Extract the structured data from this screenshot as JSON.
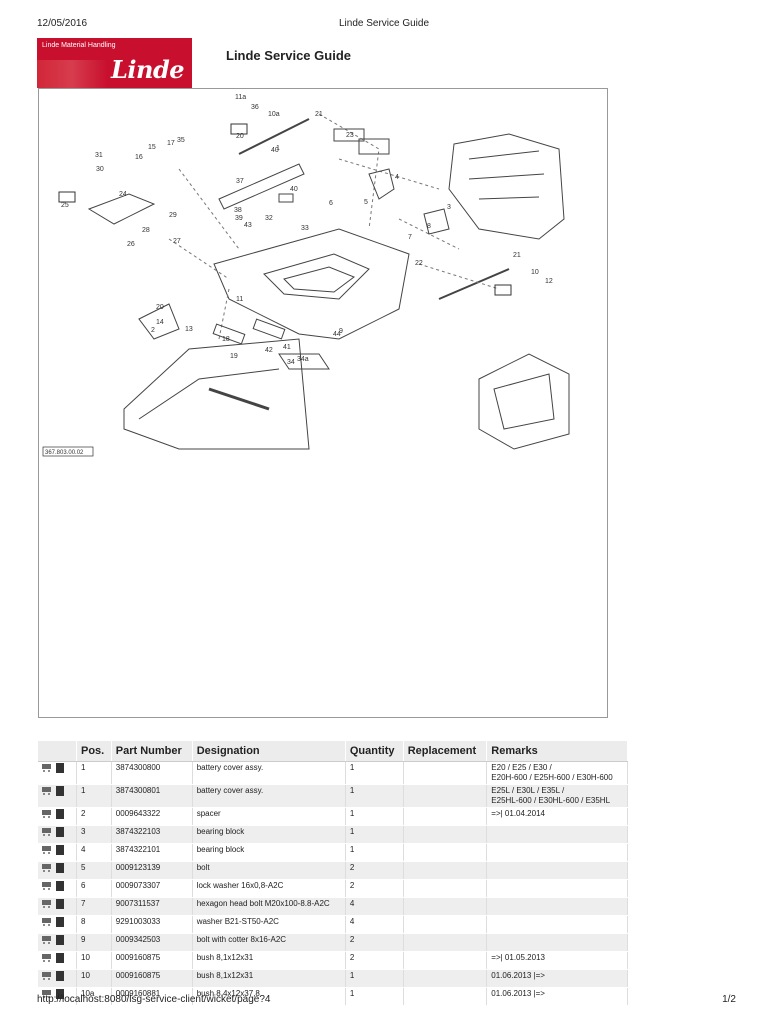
{
  "header": {
    "date": "12/05/2016",
    "title": "Linde Service Guide"
  },
  "logo": {
    "tagline": "Linde Material Handling",
    "wordmark": "Linde",
    "brand_color": "#c8102e"
  },
  "app_title": "Linde Service Guide",
  "diagram": {
    "reference_code": "367.803.00.02",
    "callouts": [
      "11a",
      "36",
      "10a",
      "21",
      "20",
      "16",
      "15",
      "17",
      "35",
      "31",
      "30",
      "23",
      "24",
      "37",
      "40",
      "4",
      "5",
      "6",
      "25",
      "28",
      "29",
      "26",
      "27",
      "38",
      "39",
      "32",
      "43",
      "33",
      "3",
      "8",
      "7",
      "22",
      "21",
      "10",
      "12",
      "11",
      "20",
      "14",
      "2",
      "13",
      "18",
      "19",
      "41",
      "42",
      "34",
      "34a",
      "44",
      "40",
      "9",
      "1",
      "9"
    ]
  },
  "table": {
    "columns": [
      "Pos.",
      "Part Number",
      "Designation",
      "Quantity",
      "Replacement",
      "Remarks"
    ],
    "rows": [
      {
        "pos": "1",
        "part": "3874300800",
        "designation": "battery cover assy.",
        "qty": "1",
        "replacement": "",
        "remarks": [
          "E20 / E25 / E30 /",
          "E20H-600 / E25H-600 / E30H-600"
        ]
      },
      {
        "pos": "1",
        "part": "3874300801",
        "designation": "battery cover assy.",
        "qty": "1",
        "replacement": "",
        "remarks": [
          "E25L / E30L / E35L /",
          "E25HL-600 / E30HL-600 / E35HL"
        ]
      },
      {
        "pos": "2",
        "part": "0009643322",
        "designation": "spacer",
        "qty": "1",
        "replacement": "",
        "remarks": [
          "=>| 01.04.2014"
        ]
      },
      {
        "pos": "3",
        "part": "3874322103",
        "designation": "bearing block",
        "qty": "1",
        "replacement": "",
        "remarks": [
          ""
        ]
      },
      {
        "pos": "4",
        "part": "3874322101",
        "designation": "bearing block",
        "qty": "1",
        "replacement": "",
        "remarks": [
          ""
        ]
      },
      {
        "pos": "5",
        "part": "0009123139",
        "designation": "bolt",
        "qty": "2",
        "replacement": "",
        "remarks": [
          ""
        ]
      },
      {
        "pos": "6",
        "part": "0009073307",
        "designation": "lock washer 16x0,8-A2C",
        "qty": "2",
        "replacement": "",
        "remarks": [
          ""
        ]
      },
      {
        "pos": "7",
        "part": "9007311537",
        "designation": "hexagon head bolt M20x100-8.8-A2C",
        "qty": "4",
        "replacement": "",
        "remarks": [
          ""
        ]
      },
      {
        "pos": "8",
        "part": "9291003033",
        "designation": "washer B21-ST50-A2C",
        "qty": "4",
        "replacement": "",
        "remarks": [
          ""
        ]
      },
      {
        "pos": "9",
        "part": "0009342503",
        "designation": "bolt with cotter 8x16-A2C",
        "qty": "2",
        "replacement": "",
        "remarks": [
          ""
        ]
      },
      {
        "pos": "10",
        "part": "0009160875",
        "designation": "bush 8,1x12x31",
        "qty": "2",
        "replacement": "",
        "remarks": [
          "=>| 01.05.2013"
        ]
      },
      {
        "pos": "10",
        "part": "0009160875",
        "designation": "bush 8,1x12x31",
        "qty": "1",
        "replacement": "",
        "remarks": [
          "01.06.2013 |=>"
        ]
      },
      {
        "pos": "10a",
        "part": "0009160881",
        "designation": "bush 8,4x12x37,8",
        "qty": "1",
        "replacement": "",
        "remarks": [
          "01.06.2013 |=>"
        ]
      }
    ]
  },
  "footer": {
    "url": "http://localhost:8080/lsg-service-client/wicket/page?4",
    "page": "1/2"
  }
}
